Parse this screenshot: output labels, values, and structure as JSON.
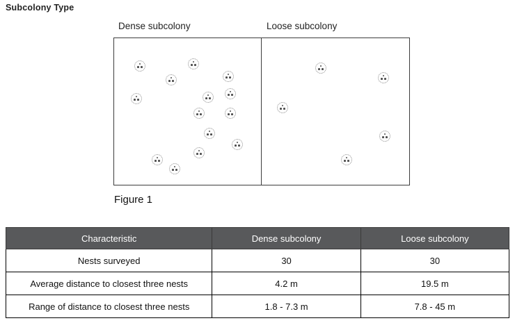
{
  "page": {
    "title": "Subcolony Type"
  },
  "figure": {
    "caption": "Figure 1",
    "panels": [
      {
        "label": "Dense subcolony",
        "nests": [
          [
            37,
            40
          ],
          [
            82,
            60
          ],
          [
            114,
            37
          ],
          [
            164,
            55
          ],
          [
            32,
            87
          ],
          [
            135,
            85
          ],
          [
            167,
            80
          ],
          [
            122,
            108
          ],
          [
            167,
            108
          ],
          [
            137,
            137
          ],
          [
            177,
            153
          ],
          [
            122,
            165
          ],
          [
            62,
            175
          ],
          [
            87,
            188
          ]
        ]
      },
      {
        "label": "Loose subcolony",
        "nests": [
          [
            85,
            43
          ],
          [
            175,
            57
          ],
          [
            30,
            100
          ],
          [
            177,
            141
          ],
          [
            122,
            175
          ]
        ]
      }
    ]
  },
  "table": {
    "headers": [
      "Characteristic",
      "Dense subcolony",
      "Loose subcolony"
    ],
    "rows": [
      [
        "Nests surveyed",
        "30",
        "30"
      ],
      [
        "Average distance to closest three nests",
        "4.2 m",
        "19.5 m"
      ],
      [
        "Range of distance to closest three nests",
        "1.8 - 7.3 m",
        "7.8 - 45 m"
      ]
    ]
  },
  "colors": {
    "table_header_bg": "#58595b",
    "table_header_text": "#ffffff",
    "panel_border": "#3c3c3c"
  }
}
